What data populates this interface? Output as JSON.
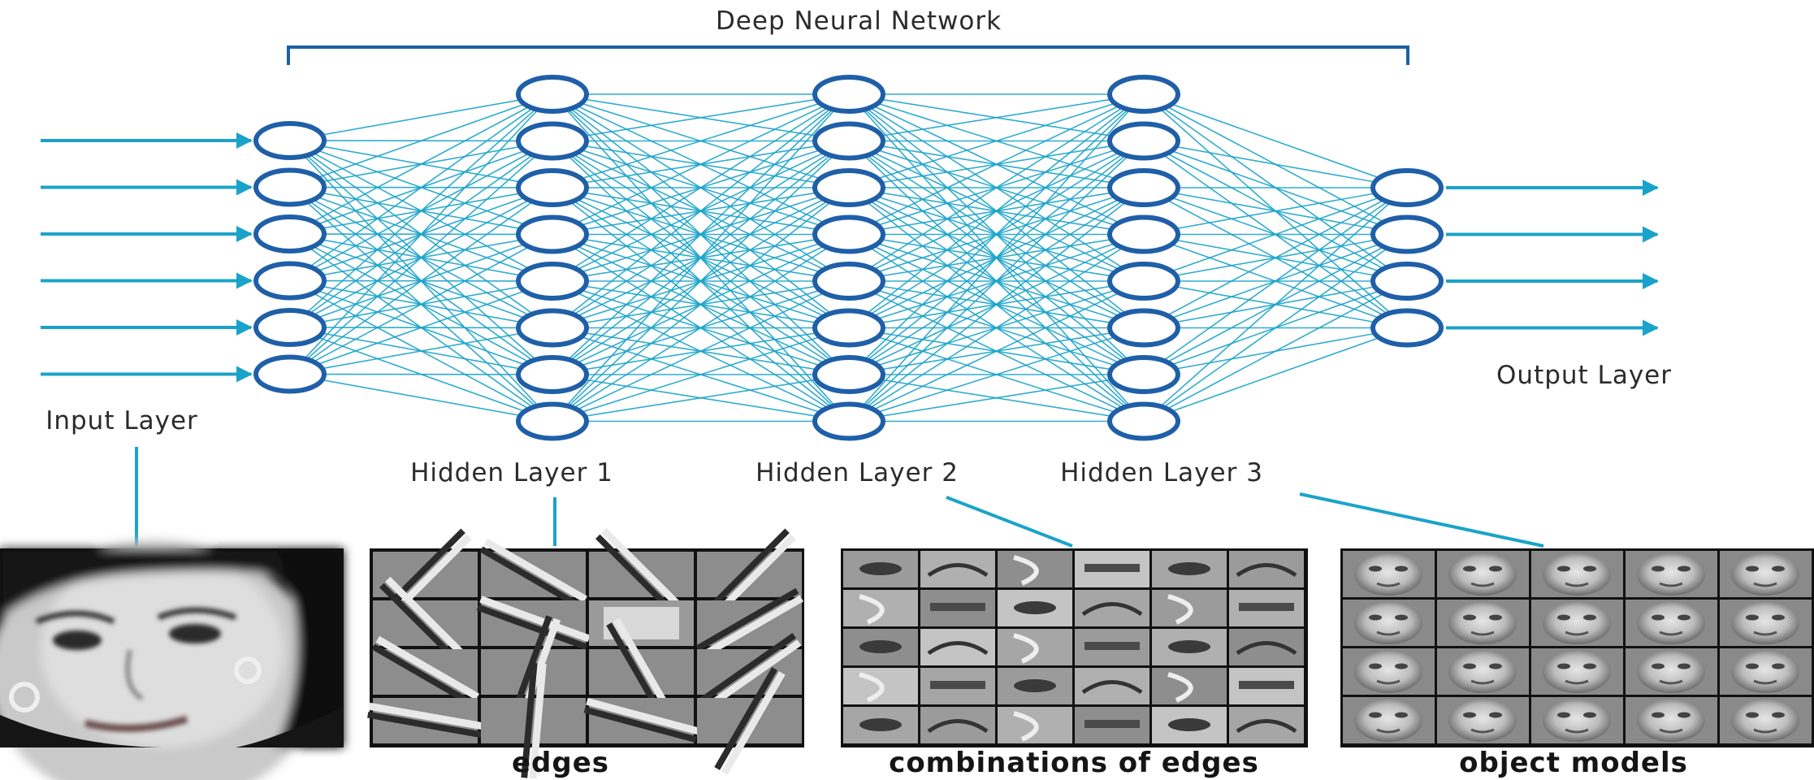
{
  "title": "Deep Neural Network",
  "colors": {
    "connection": "#1aa3c9",
    "neuron_stroke": "#1f5fa8",
    "neuron_fill": "#ffffff",
    "arrow": "#1aa3c9",
    "text": "#2b2b2b"
  },
  "layers": [
    {
      "label": "Input Layer",
      "neurons": 6
    },
    {
      "label": "Hidden Layer 1",
      "neurons": 8
    },
    {
      "label": "Hidden Layer 2",
      "neurons": 8
    },
    {
      "label": "Hidden Layer 3",
      "neurons": 8
    },
    {
      "label": "Output Layer",
      "neurons": 4
    }
  ],
  "feature_panels": [
    {
      "caption": "",
      "content": "photo of a face"
    },
    {
      "caption": "edges",
      "content": "4x4 grid of edge filters"
    },
    {
      "caption": "combinations of edges",
      "content": "6x5 grid of facial part features"
    },
    {
      "caption": "object models",
      "content": "5x4 grid of face models"
    }
  ]
}
